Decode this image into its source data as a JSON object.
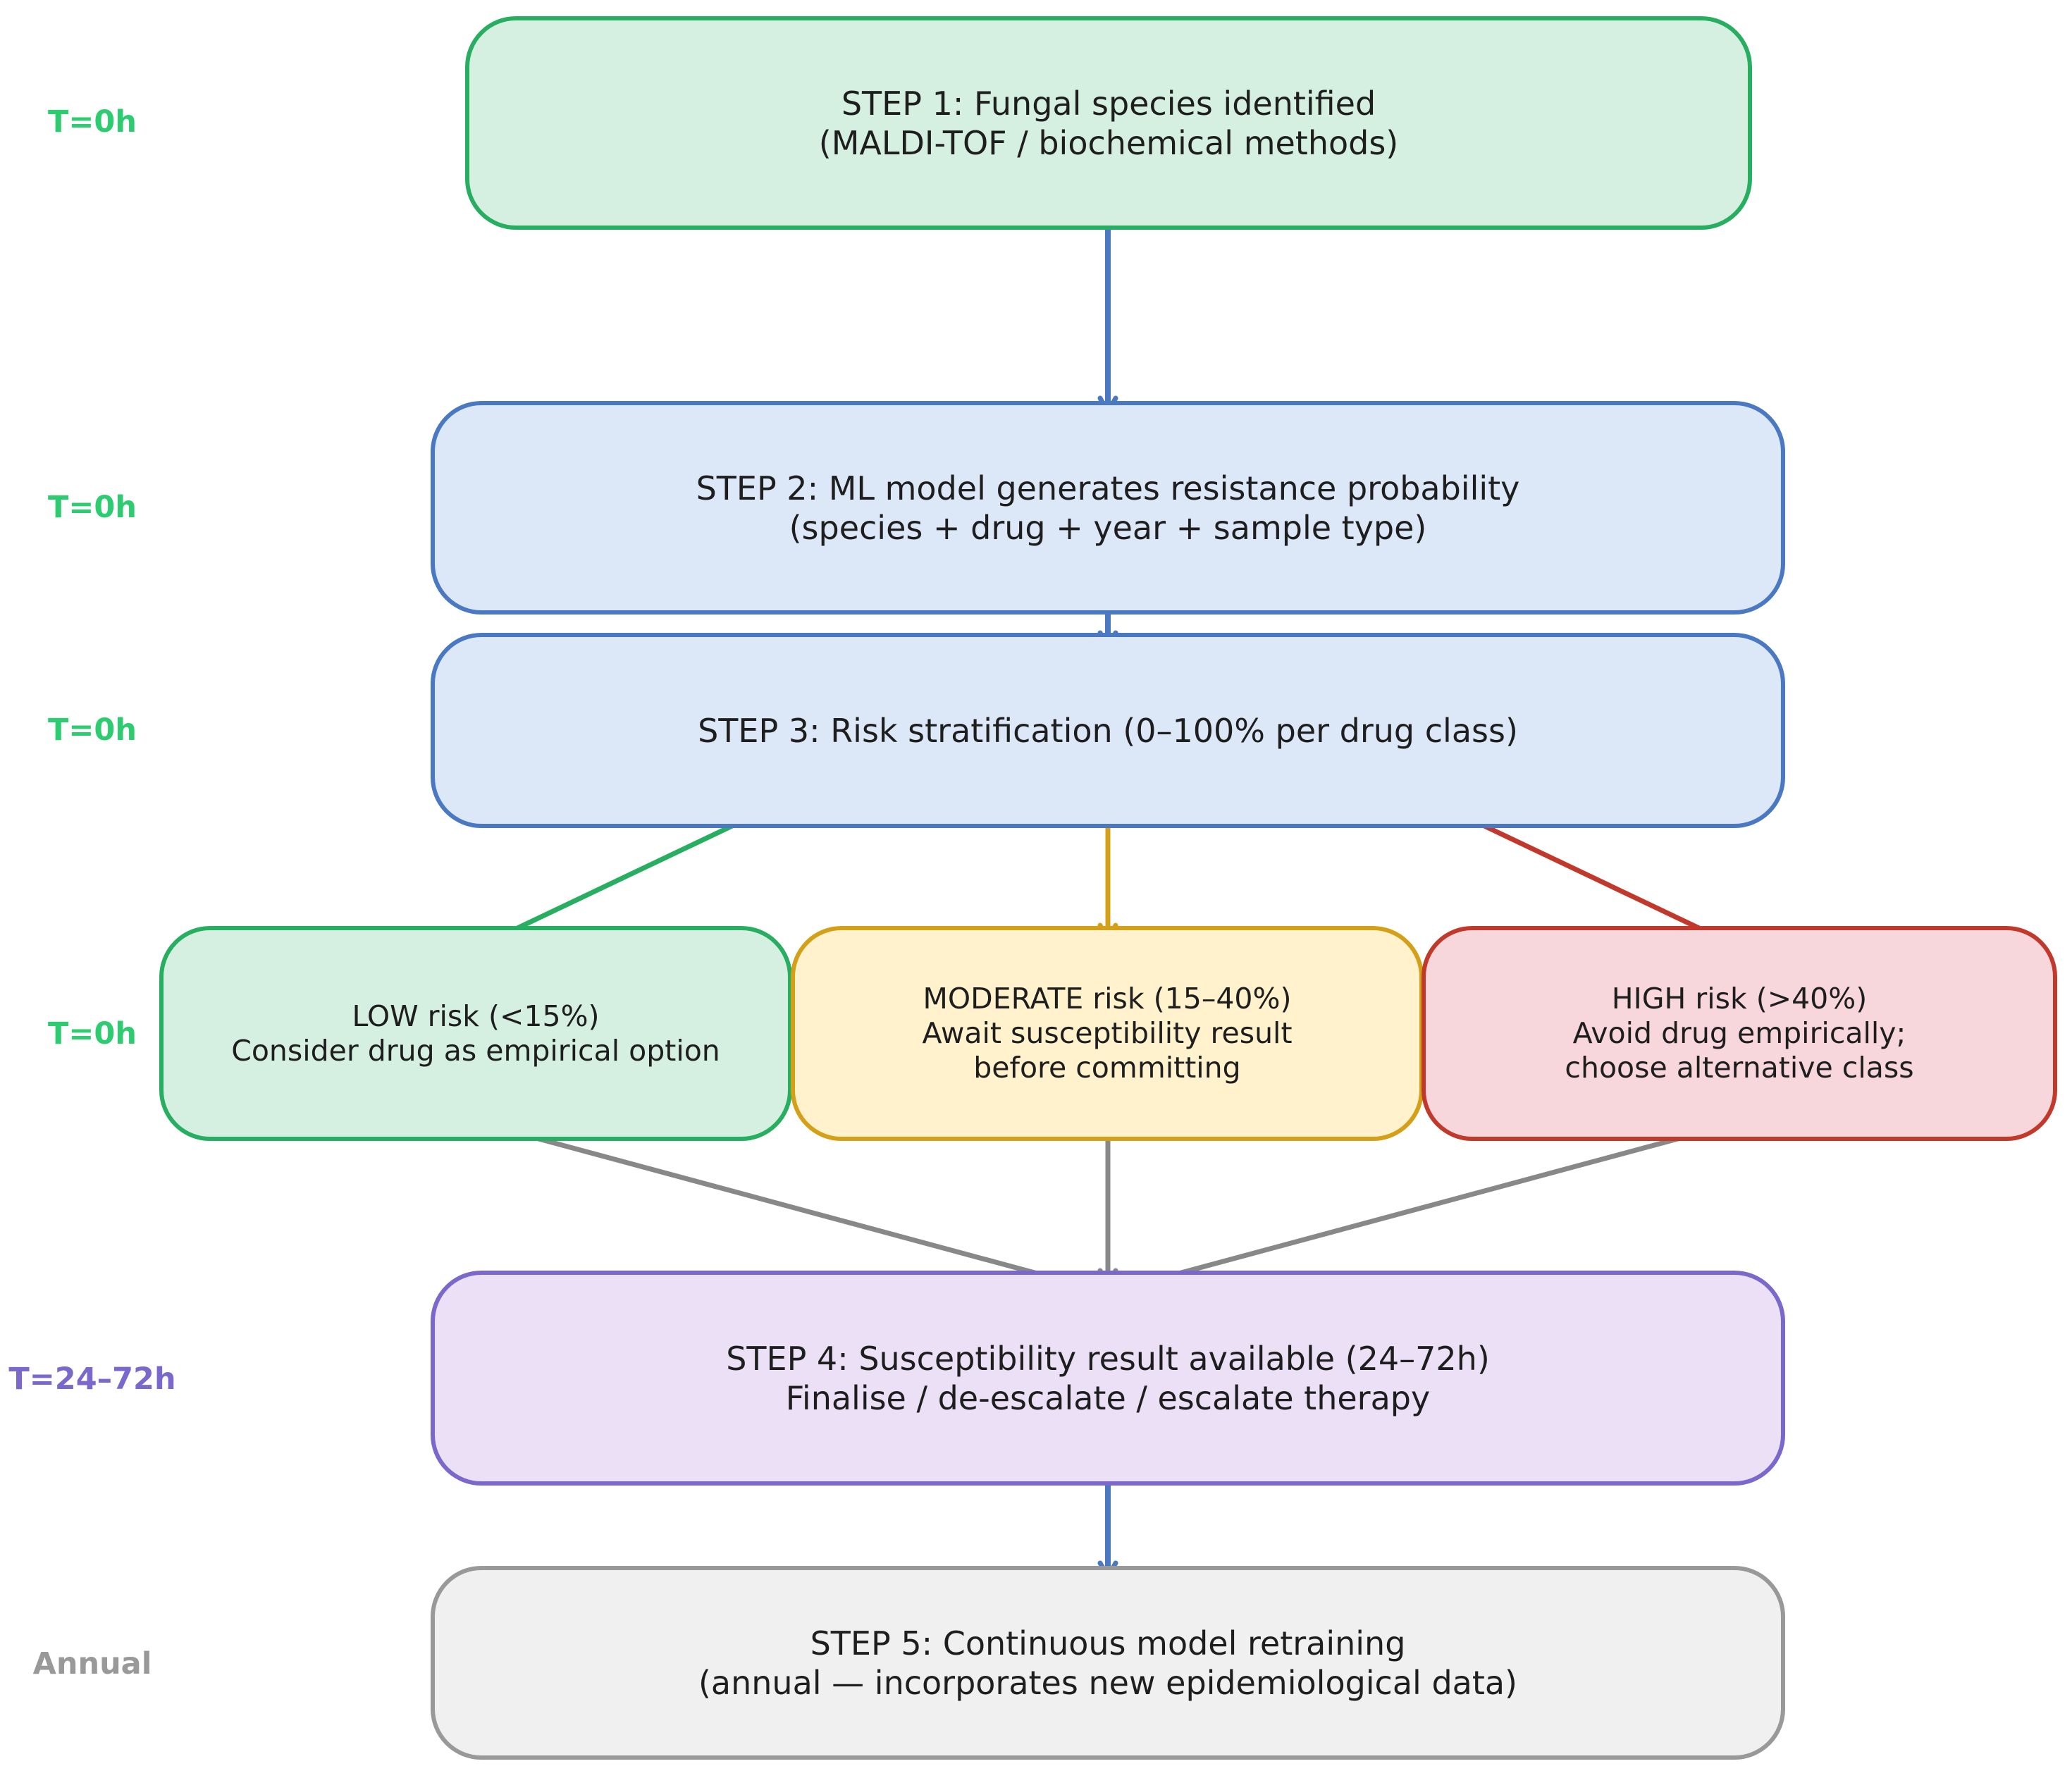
{
  "colors": {
    "green_border": "#27ae60",
    "green_fill": "#d5f0e0",
    "blue_border": "#4a78c2",
    "blue_fill": "#dce8f7",
    "yellow_border": "#d4a018",
    "yellow_fill": "#fff2cc",
    "red_border": "#c0392b",
    "red_fill": "#f8d7dc",
    "purple_border": "#7b68cc",
    "purple_fill": "#ebe0f5",
    "gray_border": "#999999",
    "gray_fill": "#f0f0f0",
    "label_green": "#2ecc71",
    "label_purple": "#7b68cc",
    "label_gray": "#999999",
    "arrow_blue": "#4a78c2",
    "arrow_green": "#27ae60",
    "arrow_yellow": "#d4a018",
    "arrow_red": "#c0392b",
    "arrow_gray": "#888888"
  },
  "timeline": {
    "step1": "T=0h",
    "step2": "T=0h",
    "step3": "T=0h",
    "risk": "T=0h",
    "step4": "T=24–72h",
    "step5": "Annual"
  },
  "steps": {
    "step1": {
      "line1": "STEP 1: Fungal species identified",
      "line2": "(MALDI-TOF / biochemical methods)"
    },
    "step2": {
      "line1": "STEP 2: ML model generates resistance probability",
      "line2": "(species + drug + year + sample type)"
    },
    "step3": {
      "line1": "STEP 3: Risk stratification (0–100% per drug class)"
    },
    "step4": {
      "line1": "STEP 4: Susceptibility result available (24–72h)",
      "line2": "Finalise / de-escalate / escalate therapy"
    },
    "step5": {
      "line1": "STEP 5: Continuous model retraining",
      "line2": "(annual — incorporates new epidemiological data)"
    }
  },
  "risk": {
    "low": {
      "line1": "LOW risk (<15%)",
      "line2": "Consider drug as empirical option"
    },
    "moderate": {
      "line1": "MODERATE risk (15–40%)",
      "line2": "Await susceptibility result",
      "line3": "before committing"
    },
    "high": {
      "line1": "HIGH risk (>40%)",
      "line2": "Avoid drug empirically;",
      "line3": "choose alternative class"
    }
  }
}
